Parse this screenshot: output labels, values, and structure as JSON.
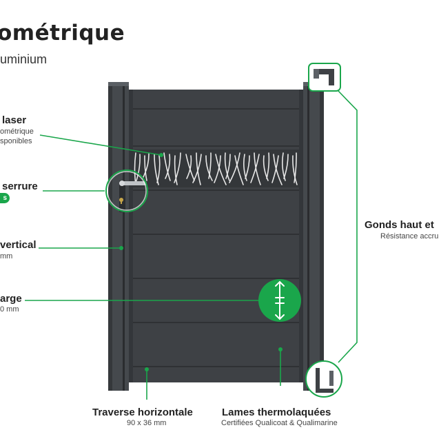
{
  "header": {
    "title": "ométrique",
    "subtitle": "uminium"
  },
  "labels": {
    "laser": {
      "title": "laser",
      "line1": "ométrique",
      "line2": "sponibles"
    },
    "serrure": {
      "title": "serrure",
      "badge": "s"
    },
    "vertical": {
      "title": "vertical",
      "sub": "mm"
    },
    "largeur": {
      "title": "arge",
      "sub": "0 mm"
    },
    "gonds": {
      "title": "Gonds haut et",
      "sub": "Résistance accru"
    },
    "traverse": {
      "title": "Traverse horizontale",
      "sub": "90 x 36 mm"
    },
    "lames": {
      "title": "Lames thermolaquées",
      "sub": "Certifiées Qualicoat & Qualimarine"
    }
  },
  "colors": {
    "accent": "#1aa64b",
    "gate": "#3f4246",
    "gate_dark": "#2e3033",
    "post": "#454a4e"
  },
  "icons": {
    "handle": "door-handle-icon",
    "arrow": "double-arrow-icon",
    "hinge": "hinge-icon"
  }
}
